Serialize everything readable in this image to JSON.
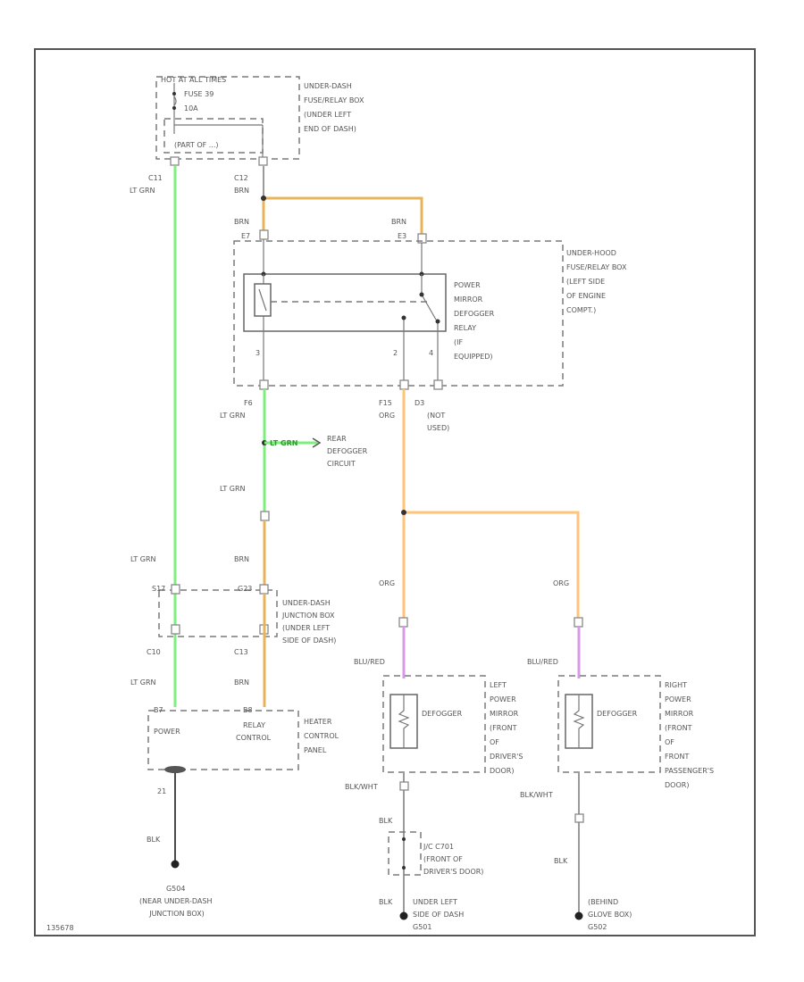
{
  "diagram": {
    "hot_at": "HOT AT ALL TIMES",
    "underdash_box": [
      "UNDER-DASH",
      "FUSE/RELAY BOX",
      "(UNDER LEFT",
      "END OF DASH)"
    ],
    "fuse": [
      "FUSE 39",
      "10A"
    ],
    "dash_inner": "(PART OF ...)",
    "c1": [
      "C11",
      "LT GRN"
    ],
    "c2": [
      "C12",
      "BRN"
    ],
    "brn_left": [
      "BRN",
      "E7"
    ],
    "brn_right": [
      "BRN",
      "E3"
    ],
    "underhood_box": [
      "UNDER-HOOD",
      "FUSE/RELAY BOX",
      "(LEFT SIDE",
      "OF ENGINE",
      "COMPT.)"
    ],
    "relay": [
      "POWER",
      "MIRROR",
      "DEFOGGER",
      "RELAY",
      "(IF",
      "EQUIPPED)"
    ],
    "pin3": "3",
    "pin2": "2",
    "pin4": "4",
    "f6": [
      "F6",
      "LT GRN"
    ],
    "f15": [
      "F15",
      "ORG"
    ],
    "d3": [
      "D3",
      "(NOT",
      "USED)"
    ],
    "lt_grn_tag": "LT GRN",
    "rear_defog": [
      "REAR",
      "DEFOGGER",
      "CIRCUIT"
    ],
    "lt_grn_mid": "LT GRN",
    "lt_grn_left": "LT GRN",
    "brn_mid": "BRN",
    "junction_pins": [
      "S17",
      "G23"
    ],
    "junction_box": [
      "UNDER-DASH",
      "JUNCTION BOX",
      "(UNDER LEFT",
      "SIDE OF DASH)"
    ],
    "c_lower": [
      "C10",
      "C13"
    ],
    "lt_grn_lower": "LT GRN",
    "brn_lower": "BRN",
    "hcp_pins": [
      "B7",
      "B8"
    ],
    "power": "POWER",
    "relay_control": [
      "RELAY",
      "CONTROL"
    ],
    "hcp": [
      "HEATER",
      "CONTROL",
      "PANEL"
    ],
    "c21": "21",
    "blk": "BLK",
    "g504": [
      "G504",
      "(NEAR UNDER-DASH",
      "JUNCTION BOX)"
    ],
    "org1": "ORG",
    "org2": "ORG",
    "blu_red1": "BLU/RED",
    "blu_red2": "BLU/RED",
    "defogger1": "DEFOGGER",
    "defogger2": "DEFOGGER",
    "left_mirror": [
      "LEFT",
      "POWER",
      "MIRROR",
      "(FRONT",
      "OF",
      "DRIVER'S",
      "DOOR)"
    ],
    "right_mirror": [
      "RIGHT",
      "POWER",
      "MIRROR",
      "(FRONT",
      "OF",
      "FRONT",
      "PASSENGER'S",
      "DOOR)"
    ],
    "blk_wht1": "BLK/WHT",
    "blk_wht2": "BLK/WHT",
    "blk_a": "BLK",
    "jc": [
      "J/C C701",
      "(FRONT OF",
      "DRIVER'S DOOR)"
    ],
    "blk_b": "BLK",
    "blk_c": "BLK",
    "g_left": [
      "UNDER LEFT",
      "SIDE OF DASH",
      "G501"
    ],
    "g_right": [
      "(BEHIND",
      "GLOVE BOX)",
      "G502"
    ],
    "ref": "135678"
  }
}
